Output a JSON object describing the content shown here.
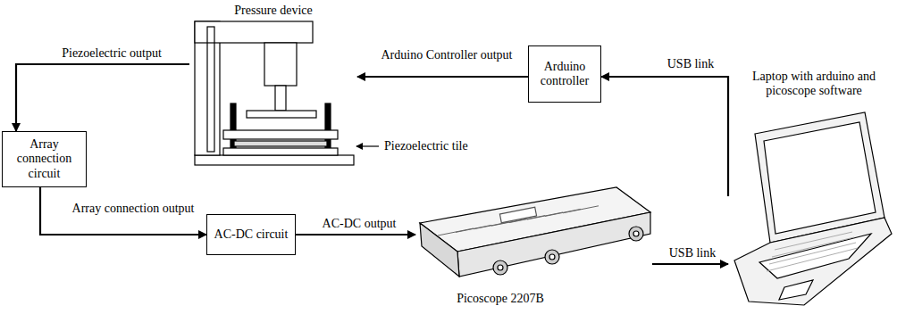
{
  "diagram": {
    "nodes": [
      {
        "text": [
          "Pressure device"
        ]
      },
      {
        "text": [
          "Arduino controller"
        ]
      },
      {
        "text": [
          "Array connection circuit"
        ]
      },
      {
        "text": [
          "AC-DC circuit"
        ]
      },
      {
        "text": [
          "Picoscope 2207B"
        ]
      },
      {
        "text": [
          "Laptop with arduino and picoscope software"
        ]
      }
    ],
    "edges": [
      {
        "from": 0,
        "to": 2,
        "label": "Piezoelectric output",
        "arrow": "to"
      },
      {
        "from": 2,
        "to": 3,
        "label": "Array connection output",
        "arrow": "to"
      },
      {
        "from": 3,
        "to": 4,
        "label": "AC-DC output",
        "arrow": "to"
      },
      {
        "from": 4,
        "to": 5,
        "label": "USB link",
        "arrow": "to"
      },
      {
        "from": 5,
        "to": 1,
        "label": "USB link",
        "arrow": "to"
      },
      {
        "from": 1,
        "to": 0,
        "label": "Arduino Controller output",
        "arrow": "to"
      }
    ],
    "labels": [
      "Piezoelectric tile"
    ]
  }
}
